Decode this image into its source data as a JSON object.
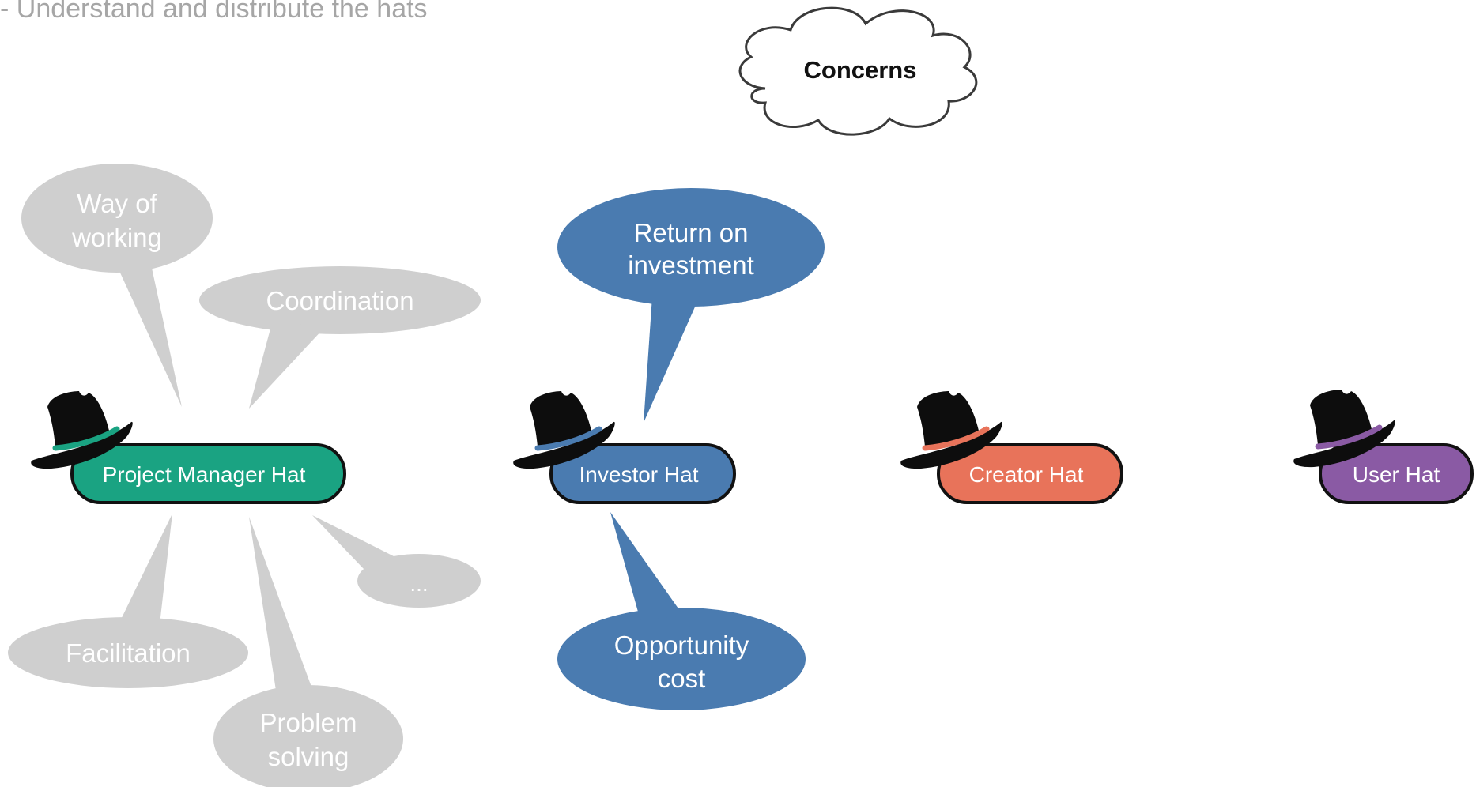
{
  "subtitle": "- Understand and distribute the hats",
  "concerns": {
    "label": "Concerns"
  },
  "colors": {
    "grey_bubble": "#cfcfcf",
    "investor_bubble": "#4a7bb0",
    "project_manager": "#1aa382",
    "investor": "#4a7bb0",
    "creator": "#e8735a",
    "user": "#8a5aa4",
    "hat_body": "#0d0d0d"
  },
  "hats": [
    {
      "id": "project-manager",
      "label": "Project Manager Hat"
    },
    {
      "id": "investor",
      "label": "Investor Hat"
    },
    {
      "id": "creator",
      "label": "Creator Hat"
    },
    {
      "id": "user",
      "label": "User Hat"
    }
  ],
  "project_manager_bubbles": {
    "way_of_working": [
      "Way of",
      "working"
    ],
    "coordination": [
      "Coordination"
    ],
    "facilitation": [
      "Facilitation"
    ],
    "problem_solving": [
      "Problem",
      "solving"
    ],
    "more": [
      "..."
    ]
  },
  "investor_bubbles": {
    "return_on_investment": [
      "Return on",
      "investment"
    ],
    "opportunity_cost": [
      "Opportunity",
      "cost"
    ]
  }
}
